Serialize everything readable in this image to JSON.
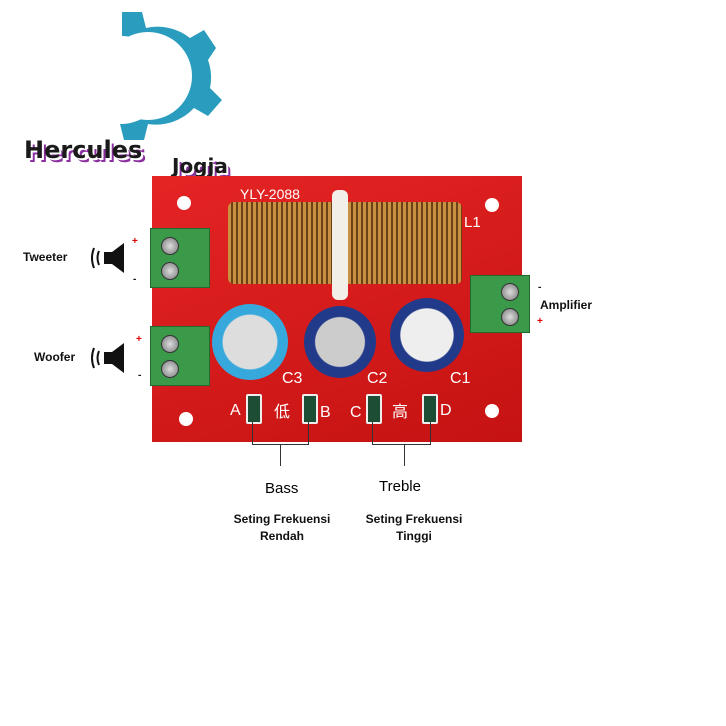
{
  "logo": {
    "brand": "Hercules",
    "sub": "Jogja",
    "color": "#2a9dbf",
    "accent": "#8b2fa0"
  },
  "board": {
    "model": "YLY-2088",
    "inductor": "L1",
    "capacitors": [
      "C3",
      "C2",
      "C1"
    ],
    "jumpers": [
      "A",
      "B",
      "C",
      "D"
    ],
    "low_char": "低",
    "high_char": "高",
    "color": "#d81c1c"
  },
  "ports": {
    "tweeter": {
      "label": "Tweeter",
      "plus": "+",
      "minus": "-"
    },
    "woofer": {
      "label": "Woofer",
      "plus": "+",
      "minus": "-"
    },
    "amplifier": {
      "label": "Amplifier",
      "plus": "+",
      "minus": "-"
    }
  },
  "annotations": {
    "bass": "Bass",
    "treble": "Treble",
    "bass_desc": [
      "Seting Frekuensi",
      "Rendah"
    ],
    "treble_desc": [
      "Seting Frekuensi",
      "Tinggi"
    ]
  }
}
